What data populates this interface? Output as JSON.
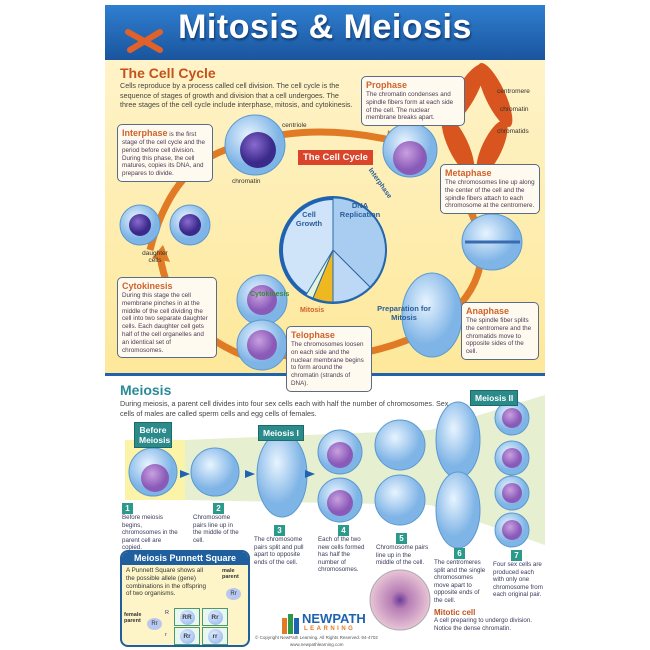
{
  "header": {
    "title": "Mitosis & Meiosis"
  },
  "cell_cycle": {
    "heading": "The Cell Cycle",
    "intro": "Cells reproduce by a process called cell division. The cell cycle is the sequence of stages of growth and division that a cell undergoes. The three stages of the cell cycle include interphase, mitosis, and cytokinesis.",
    "diagram_title": "The Cell Cycle",
    "pie": {
      "cell_growth": "Cell Growth",
      "dna_replication": "DNA Replication",
      "preparation": "Preparation for Mitosis",
      "mitosis": "Mitosis",
      "cytokinesis": "Cytokinesis",
      "interphase": "Interphase"
    },
    "labels": {
      "centriole": "centriole",
      "chromatin": "chromatin",
      "daughter_cells": "daughter cells",
      "centromere": "centromere",
      "chromatin2": "chromatin",
      "chromatids": "chromatids"
    },
    "phases": [
      {
        "title": "Interphase",
        "text": "is the first stage of the cell cycle and the period before cell division. During this phase, the cell matures, copies its DNA, and prepares to divide."
      },
      {
        "title": "Prophase",
        "text": "The chromatin condenses and spindle fibers form at each side of the cell. The nuclear membrane breaks apart."
      },
      {
        "title": "Metaphase",
        "text": "The chromosomes line up along the center of the cell and the spindle fibers attach to each chromosome at the centromere."
      },
      {
        "title": "Anaphase",
        "text": "The spindle fiber splits the centromere and the chromatids move to opposite sides of the cell."
      },
      {
        "title": "Telophase",
        "text": "The chromosomes loosen on each side and the nuclear membrane begins to form around the chromatin (strands of DNA)."
      },
      {
        "title": "Cytokinesis",
        "text": "During this stage the cell membrane pinches in at the middle of the cell dividing the cell into two separate daughter cells. Each daughter cell gets half of the cell organelles and an identical set of chromosomes."
      }
    ]
  },
  "meiosis": {
    "heading": "Meiosis",
    "intro": "During meiosis, a parent cell divides into four sex cells each with half the number of chromosomes. Sex cells of males are called sperm cells and egg cells of females.",
    "tags": {
      "before": "Before Meiosis",
      "m1": "Meiosis I",
      "m2": "Meiosis II"
    },
    "steps": [
      {
        "n": "1",
        "text": "Before meiosis begins, chromosomes in the parent cell are copied."
      },
      {
        "n": "2",
        "text": "Chromosome pairs line up in the middle of the cell."
      },
      {
        "n": "3",
        "text": "The chromosome pairs split and pull apart to opposite ends of the cell."
      },
      {
        "n": "4",
        "text": "Each of the two new cells formed has half the number of chromosomes."
      },
      {
        "n": "5",
        "text": "Chromosome pairs line up in the middle of the cell."
      },
      {
        "n": "6",
        "text": "The centromeres split and the single chromosomes move apart to opposite ends of the cell."
      },
      {
        "n": "7",
        "text": "Four sex cells are produced each with only one chromosome from each original pair."
      }
    ],
    "mitotic": {
      "title": "Mitotic cell",
      "text": "A cell preparing to undergo division. Notice the dense chromatin."
    }
  },
  "punnett": {
    "title": "Meiosis Punnett Square",
    "text": "A Punnett Square shows all the possible allele (gene) combinations in the offspring of two organisms.",
    "male": "male parent",
    "female": "female parent",
    "parent_genotype": "Rr",
    "alleles": [
      "R",
      "r"
    ],
    "cells": [
      "RR",
      "Rr",
      "Rr",
      "rr"
    ]
  },
  "footer": {
    "brand_top": "NEWPATH",
    "brand_bottom": "LEARNING",
    "copyright": "© Copyright NewPath Learning. All Rights Reserved. 94-4702",
    "url": "www.newpathlearning.com"
  },
  "colors": {
    "header": "#1f63b0",
    "accent": "#c2531d",
    "teal": "#2b8a8a",
    "arrow": "#e07a24"
  }
}
